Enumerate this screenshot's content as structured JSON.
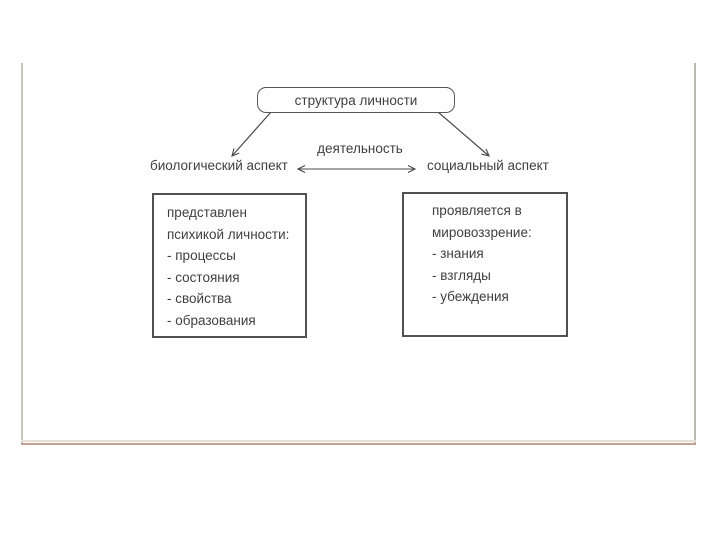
{
  "diagram": {
    "root_label": "структура личности",
    "activity_label": "деятельность",
    "left_aspect_label": "биологический аспект",
    "right_aspect_label": "социальный аспект",
    "left_box": {
      "lines": [
        "представлен",
        "психикой личности:",
        "- процессы",
        "- состояния",
        "- свойства",
        "- образования"
      ]
    },
    "right_box": {
      "lines": [
        "проявляется в",
        "мировоззрение:",
        "- знания",
        "- взгляды",
        "- убеждения"
      ]
    },
    "colors": {
      "ink": "#4a4a4a",
      "background": "#ffffff",
      "frame_side": "#c6c6bd",
      "frame_bottom": "#c2a095"
    }
  }
}
